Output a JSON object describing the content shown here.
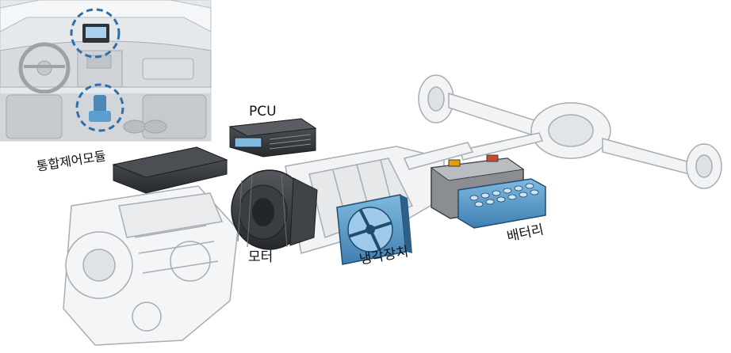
{
  "labels": {
    "pcu": "PCU",
    "integrated_control_module": "통합제어모듈",
    "motor": "모터",
    "cooling_system": "냉각장치",
    "battery": "배터리"
  },
  "colors": {
    "highlight": "#5c9fcf",
    "highlight_dark": "#2e5f86",
    "dark_component": "#34383c",
    "line_gray": "#b0b4b8",
    "inset_bg": "#e4e7ea",
    "dashed_circle": "#2f6ea6"
  },
  "icons": {
    "dashboard_inset": "car-interior-icon",
    "powertrain": "exploded-powertrain-illustration"
  }
}
